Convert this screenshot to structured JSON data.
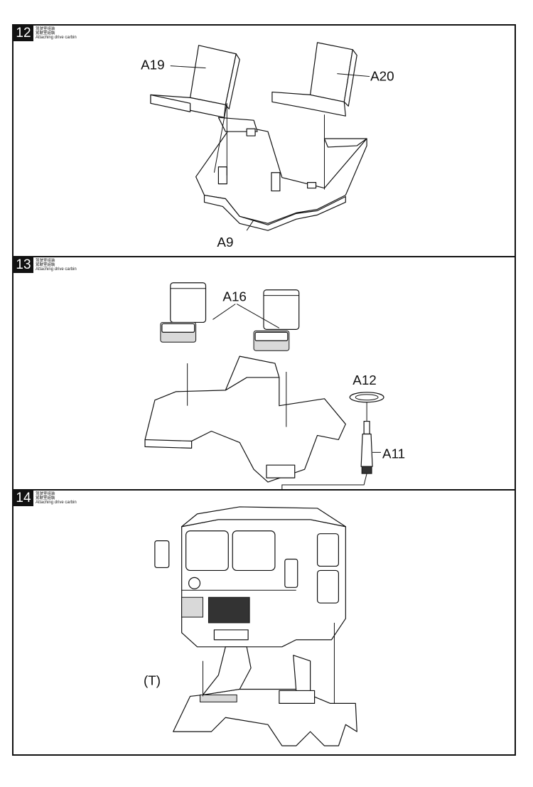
{
  "steps": [
    {
      "number": "12",
      "caption_cn_1": "驾驶室组装",
      "caption_cn_2": "駕駛室組裝",
      "caption_en": "Attaching drive carbin",
      "parts": [
        "A19",
        "A20",
        "A9"
      ]
    },
    {
      "number": "13",
      "caption_cn_1": "驾驶室组装",
      "caption_cn_2": "駕駛室組裝",
      "caption_en": "Attaching drive carbin",
      "parts": [
        "A16",
        "A12",
        "A11"
      ]
    },
    {
      "number": "14",
      "caption_cn_1": "驾驶室组装",
      "caption_cn_2": "駕駛室組裝",
      "caption_en": "Attaching drive carbin",
      "parts": [
        "(T)"
      ]
    }
  ],
  "icons": [
    "seat-part-icon",
    "cabin-floor-icon",
    "steering-wheel-icon",
    "cab-body-icon"
  ]
}
